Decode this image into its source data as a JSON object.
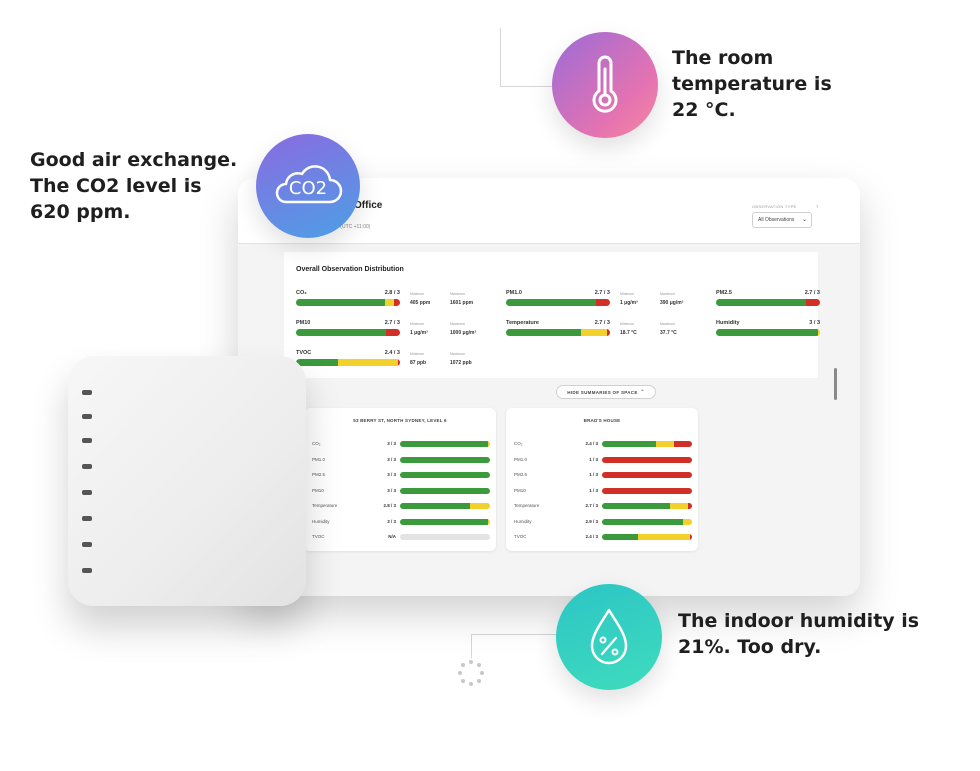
{
  "callouts": {
    "temperature": "The room\ntemperature is\n22 °C.",
    "co2": "Good air exchange.\nThe CO2 level is\n620 ppm.",
    "humidity": "The indoor humidity is\n21%. Too dry."
  },
  "icons": {
    "co2_label": "CO2",
    "temperature_icon": "thermometer-icon",
    "co2_icon": "cloud-icon",
    "humidity_icon": "humidity-drop-icon"
  },
  "colors": {
    "good": "#3a9a3c",
    "fair": "#f3d12c",
    "poor": "#d22f27",
    "none": "#e3e3e3",
    "temp_gradient": [
      "#a06ad6",
      "#f07aa6"
    ],
    "co2_gradient": [
      "#7d6fe0",
      "#39a9e6"
    ],
    "humidity_gradient": [
      "#2fc7c4",
      "#40e0c0"
    ]
  },
  "dashboard": {
    "title": "Office",
    "timezone": "ia/Melbourne (UTC +11:00)",
    "observation_type_label": "OBSERVATION TYPE",
    "corner_label": "T",
    "observation_select": "All Observations",
    "distribution_title": "Overall Observation Distribution",
    "min_label": "Minimum",
    "max_label": "Maximum",
    "metrics": [
      {
        "name": "CO₂",
        "score": "2.8 / 3",
        "dist": [
          0.86,
          0.08,
          0.06
        ],
        "min": "405 ppm",
        "max": "1601 ppm"
      },
      {
        "name": "PM1.0",
        "score": "2.7 / 3",
        "dist": [
          0.87,
          0,
          0.13
        ],
        "min": "1 μg/m³",
        "max": "390 μg/m³"
      },
      {
        "name": "PM2.5",
        "score": "2.7 / 3",
        "dist": [
          0.87,
          0,
          0.13
        ],
        "min": "",
        "max": ""
      },
      {
        "name": "PM10",
        "score": "2.7 / 3",
        "dist": [
          0.87,
          0,
          0.13
        ],
        "min": "1 μg/m³",
        "max": "1000 μg/m³"
      },
      {
        "name": "Temperature",
        "score": "2.7 / 3",
        "dist": [
          0.72,
          0.25,
          0.03
        ],
        "min": "18.7 °C",
        "max": "37.7 °C"
      },
      {
        "name": "Humidity",
        "score": "3 / 3",
        "dist": [
          0.98,
          0.02,
          0
        ],
        "min": "",
        "max": ""
      },
      {
        "name": "TVOC",
        "score": "2.4 / 3",
        "dist": [
          0.4,
          0.58,
          0.02
        ],
        "min": "87 ppb",
        "max": "1072 ppb"
      }
    ],
    "hide_button": "HIDE SUMMARIES OF SPACE",
    "spaces": [
      {
        "title": "53 BERRY ST, NORTH SYDNEY, LEVEL 6",
        "rows": [
          {
            "name": "CO₂",
            "score": "3 / 3",
            "dist": [
              0.98,
              0.02,
              0
            ]
          },
          {
            "name": "PM1.0",
            "score": "3 / 3",
            "dist": [
              1,
              0,
              0
            ]
          },
          {
            "name": "PM2.5",
            "score": "3 / 3",
            "dist": [
              1,
              0,
              0
            ]
          },
          {
            "name": "PM10",
            "score": "3 / 3",
            "dist": [
              1,
              0,
              0
            ]
          },
          {
            "name": "Temperature",
            "score": "2.8 / 3",
            "dist": [
              0.78,
              0.22,
              0
            ]
          },
          {
            "name": "Humidity",
            "score": "3 / 3",
            "dist": [
              0.98,
              0.02,
              0
            ]
          },
          {
            "name": "TVOC",
            "score": "N/A",
            "dist": [
              0,
              0,
              0
            ]
          }
        ]
      },
      {
        "title": "BRAD'S HOUSE",
        "rows": [
          {
            "name": "CO₂",
            "score": "2.4 / 3",
            "dist": [
              0.6,
              0.2,
              0.2
            ]
          },
          {
            "name": "PM1.0",
            "score": "1 / 3",
            "dist": [
              0,
              0,
              1
            ]
          },
          {
            "name": "PM2.5",
            "score": "1 / 3",
            "dist": [
              0,
              0,
              1
            ]
          },
          {
            "name": "PM10",
            "score": "1 / 3",
            "dist": [
              0,
              0,
              1
            ]
          },
          {
            "name": "Temperature",
            "score": "2.7 / 3",
            "dist": [
              0.75,
              0.2,
              0.05
            ]
          },
          {
            "name": "Humidity",
            "score": "2.9 / 3",
            "dist": [
              0.9,
              0.1,
              0
            ]
          },
          {
            "name": "TVOC",
            "score": "2.4 / 3",
            "dist": [
              0.4,
              0.58,
              0.02
            ]
          }
        ]
      }
    ]
  }
}
